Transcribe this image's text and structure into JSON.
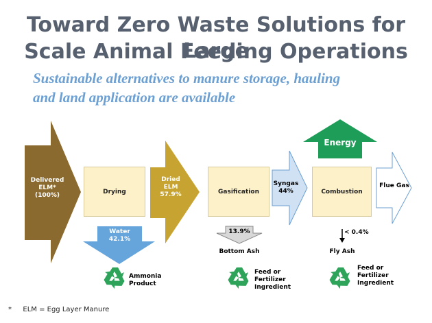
{
  "slide": {
    "title_line1": "Toward Zero Waste Solutions for Large",
    "title_line2": "Scale Animal Feeding Operations",
    "subtitle_line1": "Sustainable alternatives to manure storage, hauling",
    "subtitle_line2": "and land application are available"
  },
  "flow": {
    "input": {
      "line1": "Delivered",
      "line2": "ELM*",
      "line3": "(100%)"
    },
    "drying": "Drying",
    "water": {
      "line1": "Water",
      "line2": "42.1%"
    },
    "dried": {
      "line1": "Dried",
      "line2": "ELM",
      "line3": "57.9%"
    },
    "gasification": "Gasification",
    "bottom_ash_pct": "13.9%",
    "bottom_ash": "Bottom Ash",
    "syngas": {
      "line1": "Syngas",
      "line2": "44%"
    },
    "combustion": "Combustion",
    "energy": "Energy",
    "fly_ash_pct": "< 0.4%",
    "fly_ash": "Fly Ash",
    "flue_gas": "Flue Gas"
  },
  "products": {
    "ammonia": {
      "line1": "Ammonia",
      "line2": "Product"
    },
    "feed1": {
      "line1": "Feed or",
      "line2": "Fertilizer",
      "line3": "Ingredient"
    },
    "feed2": {
      "line1": "Feed or",
      "line2": "Fertilizer",
      "line3": "Ingredient"
    }
  },
  "footnote": {
    "star": "*",
    "text": "ELM = Egg Layer Manure"
  },
  "colors": {
    "title": "#56606f",
    "subtitle": "#6c9fd2",
    "brown": "#8b6a2f",
    "gold": "#c7a332",
    "box": "#fdf1c9",
    "water": "#66a4dc",
    "syngas": "#cfe1f3",
    "energy": "#1e9d59",
    "recycle": "#2ea35a"
  }
}
